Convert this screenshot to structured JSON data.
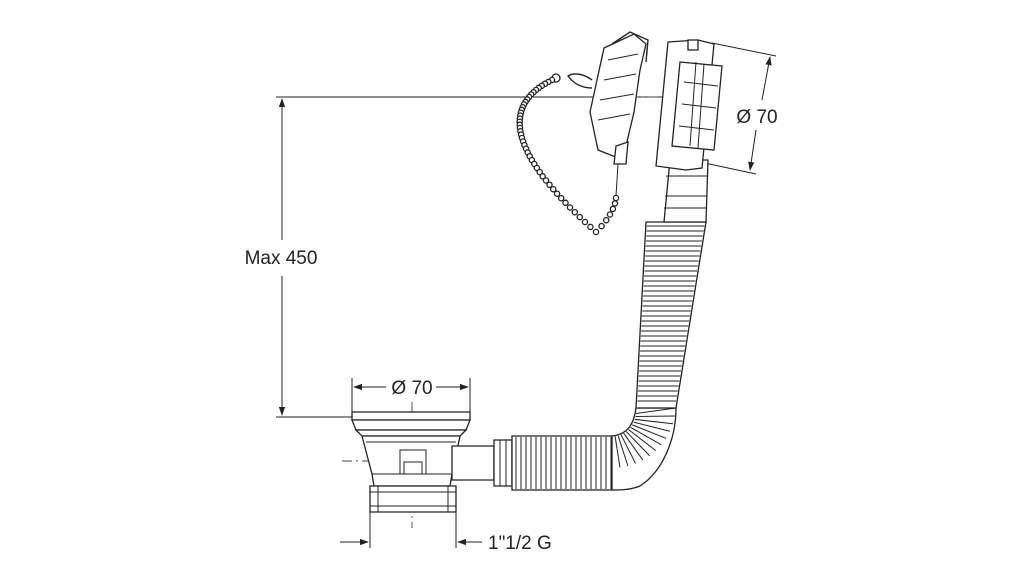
{
  "diagram": {
    "labels": {
      "overflow_diameter": "Ø 70",
      "max_length": "Max 450",
      "waste_diameter": "Ø 70",
      "thread": "1\"1/2 G"
    },
    "line_color": "#222222",
    "background": "#ffffff"
  }
}
